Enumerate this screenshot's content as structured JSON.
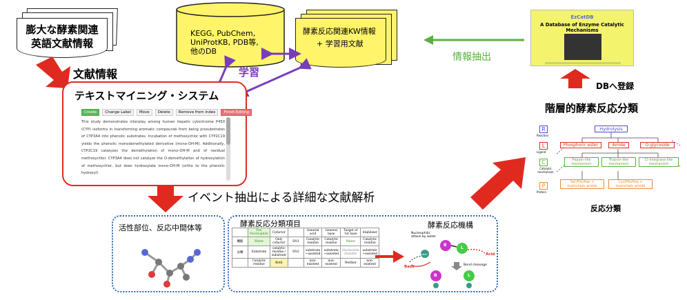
{
  "literature": {
    "lines": [
      "膨大な酵素関連",
      "英語文献情報"
    ],
    "label": "文献情報"
  },
  "database": {
    "lines": [
      "KEGG, PubChem,",
      "UniProtKB, PDB等,",
      "他のDB"
    ]
  },
  "kw_docs": {
    "lines": [
      "酵素反応関連KW情報",
      "+ 学習用文献"
    ]
  },
  "learning_label": "学習",
  "extract_label": "情報抽出",
  "ezcat": {
    "title": "EzCatDB",
    "subtitle": "A Database of Enzyme Catalytic Mechanisms"
  },
  "register_label": "DBへ登録",
  "text_mining": {
    "title": "テキストマイニング・システム",
    "toolbar": [
      "Create",
      "Change Label",
      "Move",
      "Delete",
      "Remove from index",
      "Finish Editing"
    ]
  },
  "event_label": "イベント抽出による詳細な文献解析",
  "active_site_label": "活性部位、反応中間体等",
  "table": {
    "title": "酵素反応分類項目",
    "header": [
      "",
      "Fen Nucleophile",
      "Cofactor",
      "",
      "General acid",
      "General base",
      "Target of 1st base",
      "Stabilizer"
    ],
    "rows": [
      [
        "機能",
        "Water",
        "Only cofactor",
        "SN1",
        "Catalytic residue",
        "Catalytic residue",
        "Water",
        "Catalytic residue"
      ],
      [
        "分類",
        "Substrate",
        "catalytic residue / substrate",
        "SN2",
        "substrate ~assisted",
        "substrate ~assisted",
        "Nucleotide transfer",
        "substrate ~assisted"
      ],
      [
        "",
        "Catalytic residue",
        "Both",
        "",
        "non- existent",
        "non- existent",
        "Neither",
        "non- existent"
      ]
    ]
  },
  "mechanism": {
    "title": "酵素反応機構",
    "nucleophile_note": "Nucleophilic attack by water",
    "bond_cleavage": "Bond cleavage",
    "base": "Base",
    "acid": "Acid",
    "nodes": [
      "B",
      "L",
      "B",
      "L"
    ],
    "water": "water"
  },
  "hierarchy": {
    "title": "階層的酵素反応分類",
    "levels": [
      {
        "code": "R",
        "name": "Reaction"
      },
      {
        "code": "L",
        "name": "Ligand"
      },
      {
        "code": "C",
        "name": "Catalytic mechanism"
      },
      {
        "code": "P",
        "name": "Protein"
      }
    ],
    "top": "Hydrolysis",
    "ligands": [
      "Phosphoric ester",
      "Amide",
      "O-glycoside"
    ],
    "mechanisms": [
      "Papain-like mechanism",
      "Trypsin-like mechanism",
      "Cl-Integrase-like mechanism"
    ],
    "proteins": [
      "Ser/His/Asp + mainchain amide",
      "Cys/His/Asp + mainchain amide"
    ],
    "caption": "反応分類"
  },
  "colors": {
    "red": "#e02a1f",
    "green": "#5ab040",
    "purple": "#7a3db8",
    "blue": "#2b62b4",
    "yellow": "#fff46a"
  },
  "abstract_text": "This study demonstrates interplay among human hepatic cytochrome P450 (CYP) isoforms in transforming aromatic compounds from being prosubstrates of CYP3A4 into phenolic substrates. Incubation of methoxychlor with CYP2C19 yields the phenolic monodemethylated derivative (mono-OH-M). Additionally, CYP2C19 catalyzes the demethylation of mono-OH-M and of residual methoxychlor. CYP3A4 does not catalyze the O-demethylation of hydroxylation of methoxychlor, but does hydroxylate mono-OH-M (ortho to the phenolic hydroxyl)"
}
